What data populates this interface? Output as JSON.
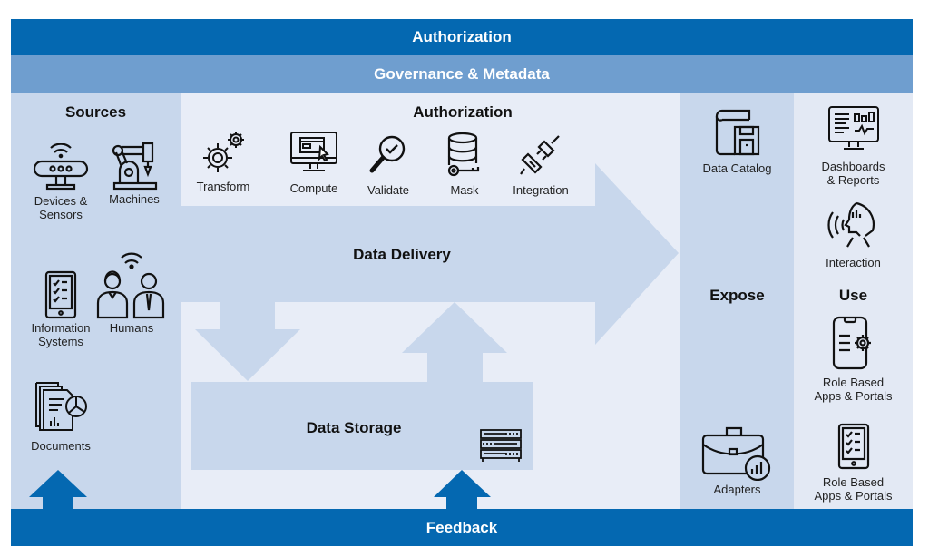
{
  "header": {
    "authorization": "Authorization",
    "governance": "Governance & Metadata"
  },
  "footer": {
    "feedback": "Feedback"
  },
  "colors": {
    "primary_blue": "#0468b1",
    "governance_blue": "#6f9ecf",
    "column_blue": "#c8d7ec",
    "background": "#e8edf7",
    "flow_arrow": "#c8d7ec"
  },
  "sources": {
    "title": "Sources",
    "items": [
      {
        "label": "Devices & Sensors",
        "line1": "Devices &",
        "line2": "Sensors",
        "icon": "sensor-icon"
      },
      {
        "label": "Machines",
        "line1": "Machines",
        "line2": "",
        "icon": "robot-arm-icon"
      },
      {
        "label": "Information Systems",
        "line1": "Information",
        "line2": "Systems",
        "icon": "tablet-checklist-icon"
      },
      {
        "label": "Humans",
        "line1": "Humans",
        "line2": "",
        "icon": "people-wireless-icon"
      },
      {
        "label": "Documents",
        "line1": "Documents",
        "line2": "",
        "icon": "documents-chart-icon"
      }
    ]
  },
  "processing": {
    "title": "Authorization",
    "items": [
      {
        "label": "Transform",
        "icon": "gears-icon"
      },
      {
        "label": "Compute",
        "icon": "monitor-cursor-icon"
      },
      {
        "label": "Validate",
        "icon": "magnifier-check-icon"
      },
      {
        "label": "Mask",
        "icon": "database-key-icon"
      },
      {
        "label": "Integration",
        "icon": "plug-connector-icon"
      }
    ]
  },
  "flow": {
    "delivery": "Data Delivery",
    "storage": "Data Storage",
    "storage_icon": "server-rack-icon"
  },
  "expose": {
    "title": "Expose",
    "items": [
      {
        "label": "Data Catalog",
        "icon": "book-floppy-icon"
      },
      {
        "label": "Adapters",
        "icon": "briefcase-chart-icon"
      }
    ]
  },
  "use": {
    "title": "Use",
    "items": [
      {
        "label": "Dashboards & Reports",
        "line1": "Dashboards",
        "line2": "& Reports",
        "icon": "dashboard-monitor-icon"
      },
      {
        "label": "Interaction",
        "line1": "Interaction",
        "line2": "",
        "icon": "voice-head-icon"
      },
      {
        "label": "Role Based Apps & Portals",
        "line1": "Role Based",
        "line2": "Apps & Portals",
        "icon": "phone-gear-icon"
      },
      {
        "label": "Role Based Apps & Portals",
        "line1": "Role Based",
        "line2": "Apps & Portals",
        "icon": "tablet-checklist-icon"
      }
    ]
  }
}
